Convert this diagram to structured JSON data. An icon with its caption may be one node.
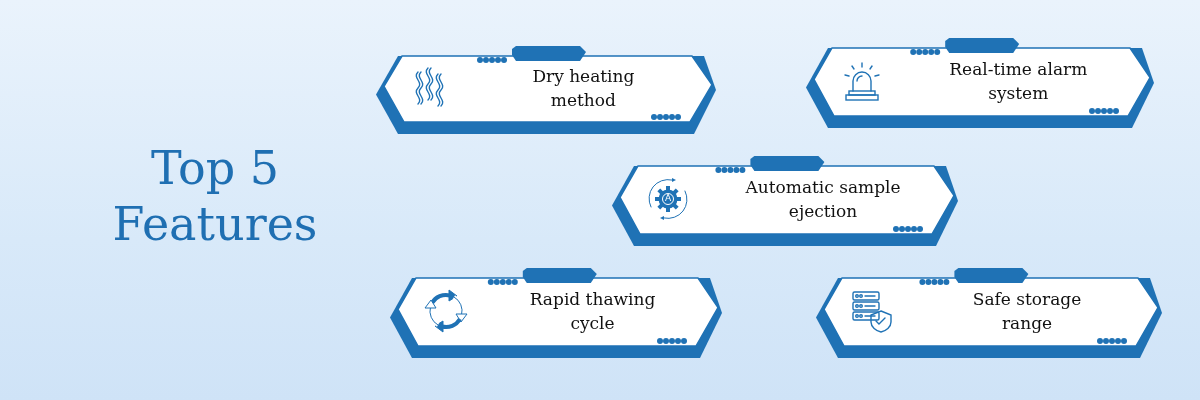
{
  "diagram": {
    "title": "Top 5 Features",
    "nodes": [
      {
        "text": [
          "Dry heating method"
        ]
      },
      {
        "text": [
          "Real-time alarm system"
        ]
      },
      {
        "text": [
          "Automatic sample ejection"
        ]
      },
      {
        "text": [
          "Rapid thawing cycle"
        ]
      },
      {
        "text": [
          "Safe storage range"
        ]
      }
    ],
    "labels": [
      "A"
    ]
  }
}
